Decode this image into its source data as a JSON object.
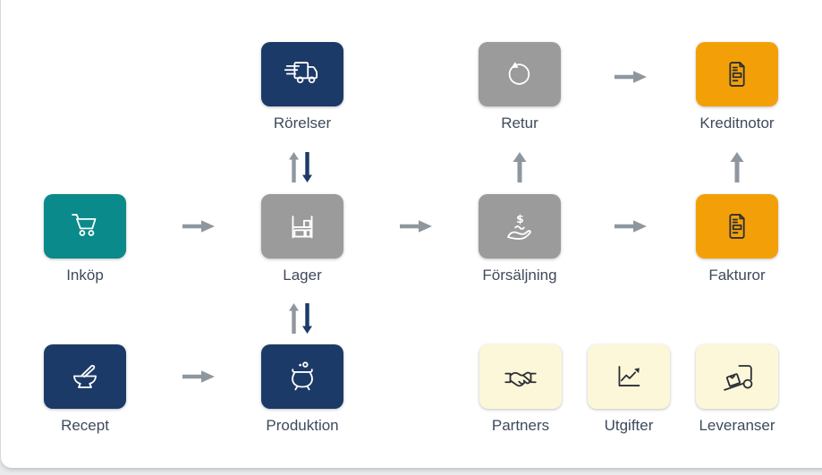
{
  "palette": {
    "navy": "#1c3a67",
    "teal": "#0a8a8a",
    "gray": "#9b9b9b",
    "orange": "#f3a008",
    "yellow": "#fcf7d9",
    "label_text": "#3e4a5c",
    "arrow_gray": "#8f979e",
    "arrow_navy": "#1c3a67",
    "icon_light": "#ffffff",
    "icon_dark": "#2b2e35",
    "page_background": "#e9eaec",
    "card_background": "#ffffff"
  },
  "icons": {
    "dollar_glyph": "$"
  },
  "nodes": {
    "rorelser": {
      "label": "Rörelser",
      "icon": "delivery-truck-icon",
      "color": "navy"
    },
    "retur": {
      "label": "Retur",
      "icon": "undo-icon",
      "color": "gray"
    },
    "kreditnotor": {
      "label": "Kreditnotor",
      "icon": "document-icon",
      "color": "orange"
    },
    "inkop": {
      "label": "Inköp",
      "icon": "shopping-cart-icon",
      "color": "teal"
    },
    "lager": {
      "label": "Lager",
      "icon": "shelf-icon",
      "color": "gray"
    },
    "forsaljning": {
      "label": "Försäljning",
      "icon": "hand-dollar-icon",
      "color": "gray"
    },
    "fakturor": {
      "label": "Fakturor",
      "icon": "document-icon",
      "color": "orange"
    },
    "recept": {
      "label": "Recept",
      "icon": "mortar-pestle-icon",
      "color": "navy"
    },
    "produktion": {
      "label": "Produktion",
      "icon": "cauldron-icon",
      "color": "navy"
    },
    "partners": {
      "label": "Partners",
      "icon": "handshake-icon",
      "color": "yellow"
    },
    "utgifter": {
      "label": "Utgifter",
      "icon": "line-chart-icon",
      "color": "yellow"
    },
    "leveranser": {
      "label": "Leveranser",
      "icon": "hand-truck-icon",
      "color": "yellow"
    }
  },
  "flows": [
    {
      "from": "Inköp",
      "to": "Lager",
      "direction": "right"
    },
    {
      "from": "Lager",
      "to": "Försäljning",
      "direction": "right"
    },
    {
      "from": "Försäljning",
      "to": "Fakturor",
      "direction": "right"
    },
    {
      "from": "Retur",
      "to": "Kreditnotor",
      "direction": "right"
    },
    {
      "from": "Recept",
      "to": "Produktion",
      "direction": "right"
    },
    {
      "from": "Lager",
      "to": "Rörelser",
      "direction": "both-vertical"
    },
    {
      "from": "Lager",
      "to": "Produktion",
      "direction": "both-vertical"
    },
    {
      "from": "Försäljning",
      "to": "Retur",
      "direction": "up"
    },
    {
      "from": "Fakturor",
      "to": "Kreditnotor",
      "direction": "up"
    }
  ]
}
